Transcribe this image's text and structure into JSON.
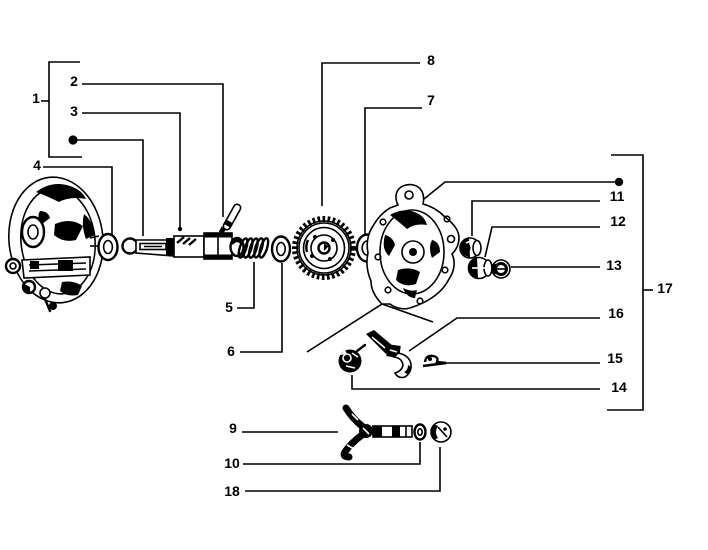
{
  "figure": {
    "background_color": "#ffffff",
    "line_color": "#000000"
  },
  "callouts": {
    "c1": "1",
    "c2": "2",
    "c3": "3",
    "c4": "4",
    "c5": "5",
    "c6": "6",
    "c7": "7",
    "c8": "8",
    "c9": "9",
    "c10": "10",
    "c11": "11",
    "c12": "12",
    "c13": "13",
    "c14": "14",
    "c15": "15",
    "c16": "16",
    "c17": "17",
    "c18": "18"
  }
}
